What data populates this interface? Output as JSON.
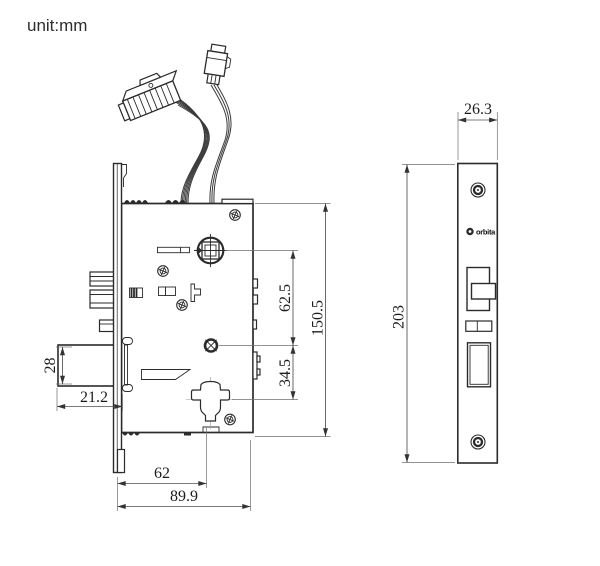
{
  "unit_label": "unit:mm",
  "brand": "orbita",
  "dimensions": {
    "faceplate_width": "26.3",
    "faceplate_height": "203",
    "case_height": "150.5",
    "hub_to_pin": "62.5",
    "pin_to_cylinder": "34.5",
    "deadbolt_height": "28",
    "deadbolt_throw": "21.2",
    "backset": "62",
    "case_depth": "89.9"
  },
  "colors": {
    "line": "#2b2b2b",
    "dimension_line": "#4f4f4f",
    "text": "#1c1c1c",
    "background": "#ffffff"
  }
}
